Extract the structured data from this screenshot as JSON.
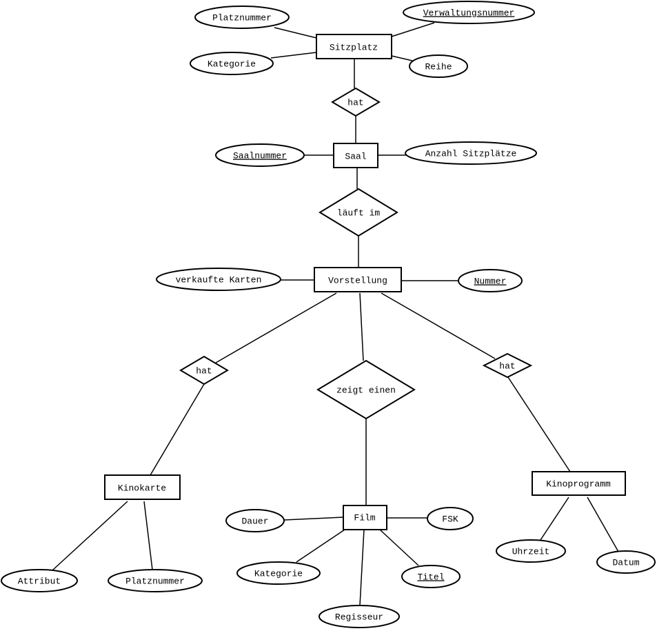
{
  "entities": {
    "sitzplatz": "Sitzplatz",
    "saal": "Saal",
    "vorstellung": "Vorstellung",
    "kinokarte": "Kinokarte",
    "film": "Film",
    "kinoprogramm": "Kinoprogramm"
  },
  "relationships": {
    "sitzplatz_saal": "hat",
    "saal_vorstellung": "läuft im",
    "vorstellung_kinokarte": "hat",
    "vorstellung_film": "zeigt einen",
    "vorstellung_kinoprogramm": "hat"
  },
  "attributes": {
    "sitzplatz": {
      "platznummer": "Platznummer",
      "verwaltungsnummer": "Verwaltungsnummer",
      "kategorie": "Kategorie",
      "reihe": "Reihe"
    },
    "saal": {
      "saalnummer": "Saalnummer",
      "anzahl_sitzplaetze": "Anzahl Sitzplätze"
    },
    "vorstellung": {
      "verkaufte_karten": "verkaufte Karten",
      "nummer": "Nummer"
    },
    "kinokarte": {
      "attribut": "Attribut",
      "platznummer": "Platznummer"
    },
    "film": {
      "dauer": "Dauer",
      "fsk": "FSK",
      "kategorie": "Kategorie",
      "titel": "Titel",
      "regisseur": "Regisseur"
    },
    "kinoprogramm": {
      "uhrzeit": "Uhrzeit",
      "datum": "Datum"
    }
  },
  "primary_keys": [
    "Verwaltungsnummer",
    "Saalnummer",
    "Nummer",
    "Titel"
  ]
}
